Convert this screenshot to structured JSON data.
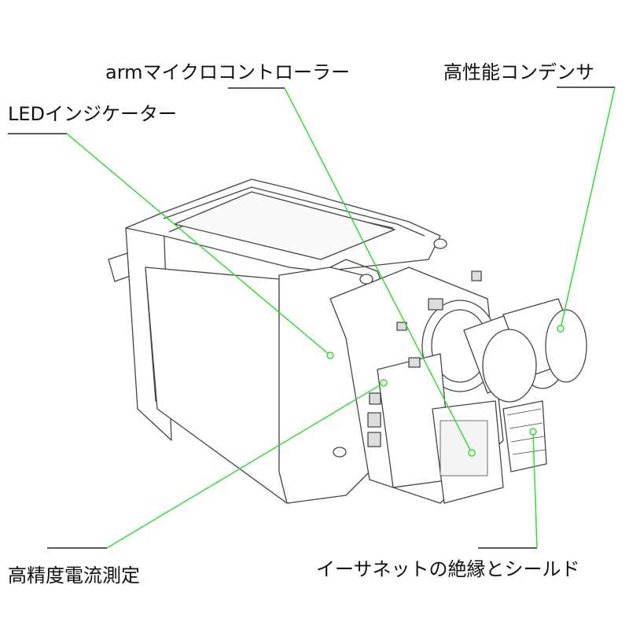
{
  "labels": {
    "arm_controller": "armマイクロコントローラー",
    "led_indicator": "LEDインジケーター",
    "capacitor": "高性能コンデンサ",
    "current_sensing": "高精度電流測定",
    "ethernet_shield": "イーサネットの絶縁とシールド"
  },
  "colors": {
    "leader_line": "#33dd33",
    "underline": "#222222",
    "drawing_stroke": "#444444",
    "label_text": "#111111"
  }
}
